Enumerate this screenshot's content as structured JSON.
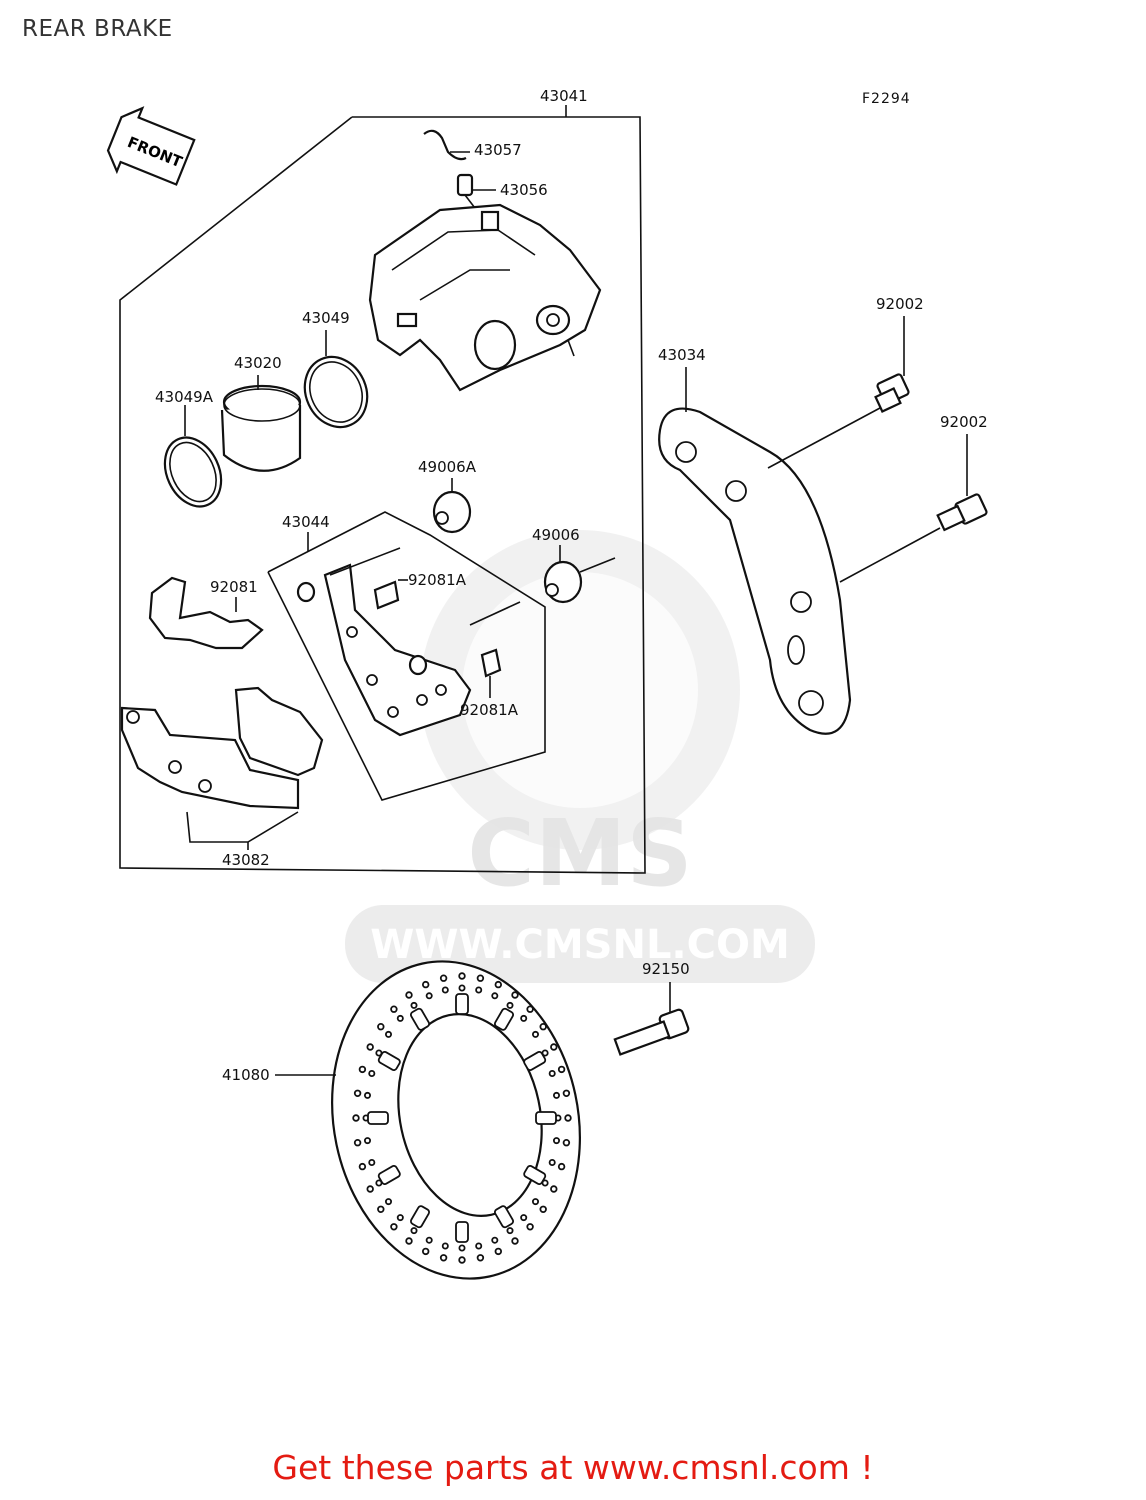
{
  "title": "REAR BRAKE",
  "figure_code": "F2294",
  "front_label": "FRONT",
  "watermark": {
    "logo": "CMS",
    "url": "WWW.CMSNL.COM"
  },
  "footer": "Get these parts at www.cmsnl.com !",
  "parts": [
    {
      "id": "p43041",
      "label": "43041"
    },
    {
      "id": "p43057",
      "label": "43057"
    },
    {
      "id": "p43056",
      "label": "43056"
    },
    {
      "id": "p43049",
      "label": "43049"
    },
    {
      "id": "p43020",
      "label": "43020"
    },
    {
      "id": "p43049A",
      "label": "43049A"
    },
    {
      "id": "p49006A",
      "label": "49006A"
    },
    {
      "id": "p43044",
      "label": "43044"
    },
    {
      "id": "p49006",
      "label": "49006"
    },
    {
      "id": "p92081",
      "label": "92081"
    },
    {
      "id": "p92081A_top",
      "label": "92081A"
    },
    {
      "id": "p92081A_bot",
      "label": "92081A"
    },
    {
      "id": "p43082",
      "label": "43082"
    },
    {
      "id": "p43034",
      "label": "43034"
    },
    {
      "id": "p92002_top",
      "label": "92002"
    },
    {
      "id": "p92002_bot",
      "label": "92002"
    },
    {
      "id": "p92150",
      "label": "92150"
    },
    {
      "id": "p41080",
      "label": "41080"
    }
  ]
}
